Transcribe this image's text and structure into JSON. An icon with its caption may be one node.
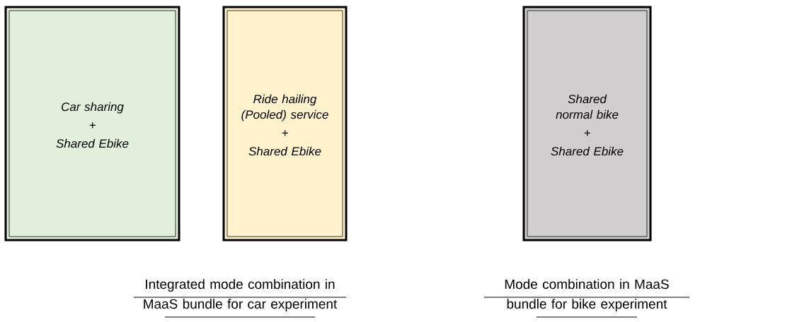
{
  "diagram": {
    "nodes": [
      {
        "text": [
          "Car sharing",
          "+",
          "Shared Ebike"
        ]
      },
      {
        "text": [
          "Ride hailing (Pooled) service",
          "+",
          "Shared Ebike"
        ]
      },
      {
        "text": [
          "Shared normal bike",
          "+",
          "Shared Ebike"
        ]
      }
    ],
    "labels": [
      "Integrated mode combination in MaaS bundle for car experiment",
      "Mode combination in MaaS bundle for bike experiment"
    ]
  }
}
